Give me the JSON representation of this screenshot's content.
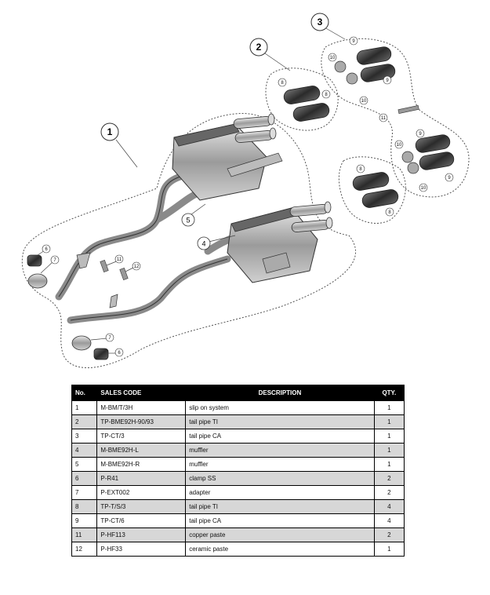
{
  "diagram": {
    "groups": [
      {
        "label": "1"
      },
      {
        "label": "2"
      },
      {
        "label": "3"
      }
    ],
    "part_callouts": {
      "muffler_left": "5",
      "muffler_right": "4",
      "clamp_top": "6",
      "adapter_top": "7",
      "paste_11": "11",
      "paste_12": "12",
      "adapter_bottom": "7",
      "clamp_bottom": "6",
      "g2_top_a": "8",
      "g2_top_b": "8",
      "g2_bot_a": "8",
      "g2_bot_b": "8",
      "g3_a": "9",
      "g3_b": "10",
      "g3_c": "9",
      "g3_d": "10",
      "g3_e": "11",
      "g3_f": "9",
      "g3_g": "10",
      "g3_h": "9",
      "g3_i": "10"
    }
  },
  "table": {
    "headers": [
      "No.",
      "SALES CODE",
      "DESCRIPTION",
      "QTY."
    ],
    "rows": [
      {
        "no": "1",
        "code": "M-BM/T/3H",
        "desc": "slip on system",
        "qty": "1"
      },
      {
        "no": "2",
        "code": "TP-BME92H-90/93",
        "desc": "tail pipe TI",
        "qty": "1"
      },
      {
        "no": "3",
        "code": "TP-CT/3",
        "desc": "tail pipe CA",
        "qty": "1"
      },
      {
        "no": "4",
        "code": "M-BME92H-L",
        "desc": "muffler",
        "qty": "1"
      },
      {
        "no": "5",
        "code": "M-BME92H-R",
        "desc": "muffler",
        "qty": "1"
      },
      {
        "no": "6",
        "code": "P-R41",
        "desc": "clamp SS",
        "qty": "2"
      },
      {
        "no": "7",
        "code": "P-EXT002",
        "desc": "adapter",
        "qty": "2"
      },
      {
        "no": "8",
        "code": "TP-T/S/3",
        "desc": "tail pipe TI",
        "qty": "4"
      },
      {
        "no": "9",
        "code": "TP-CT/6",
        "desc": "tail pipe CA",
        "qty": "4"
      },
      {
        "no": "11",
        "code": "P-HF113",
        "desc": "copper paste",
        "qty": "2"
      },
      {
        "no": "12",
        "code": "P-HF33",
        "desc": "ceramic paste",
        "qty": "1"
      }
    ]
  },
  "colors": {
    "header_bg": "#000000",
    "shade": "#d7d7d7",
    "line": "#333333"
  }
}
